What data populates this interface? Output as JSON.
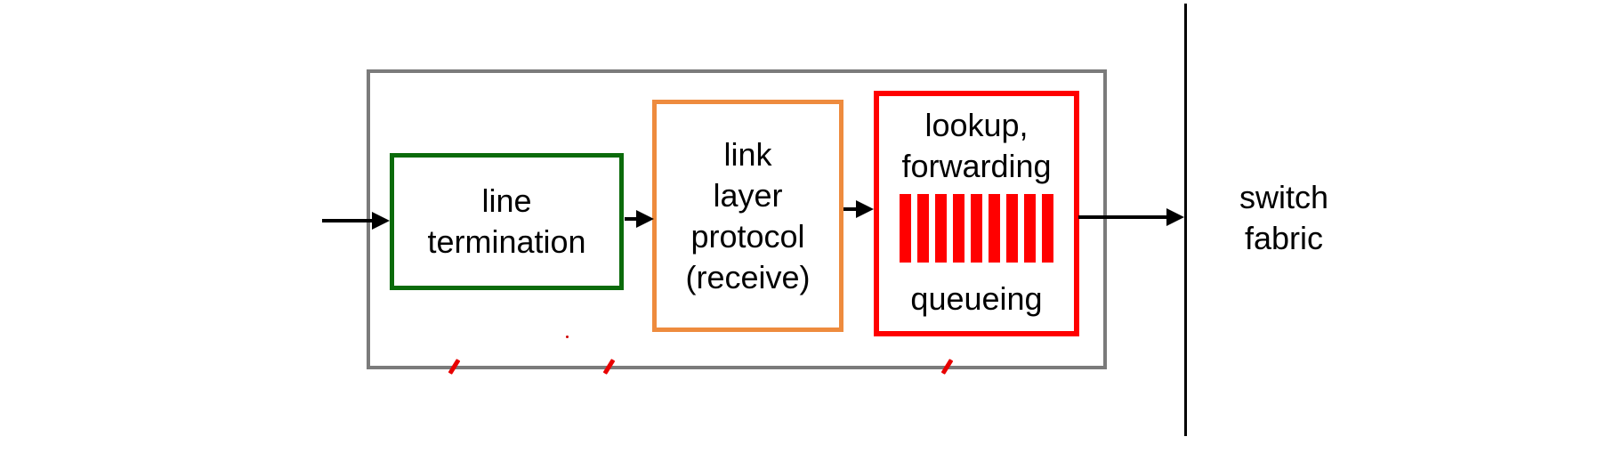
{
  "colors": {
    "outer_border": "#7b7b7b",
    "line_termination_border": "#0b6b0b",
    "link_layer_border": "#ee8b3e",
    "lookup_border": "#ff0000",
    "queue_bar": "#ff0000",
    "arrow": "#000000",
    "text": "#000000",
    "tick_mark": "#e80000"
  },
  "diagram": {
    "nodes": [
      {
        "id": "line-termination",
        "label": "line\ntermination"
      },
      {
        "id": "link-layer-protocol",
        "label": "link\nlayer\nprotocol\n(receive)"
      },
      {
        "id": "lookup-forwarding-queueing",
        "label_top": "lookup,\nforwarding",
        "label_bottom": "queueing",
        "queue": {
          "bar_count": 9
        }
      }
    ],
    "external_label": "switch\nfabric",
    "arrows": [
      {
        "from": "input-line",
        "to": "line-termination"
      },
      {
        "from": "line-termination",
        "to": "link-layer-protocol"
      },
      {
        "from": "link-layer-protocol",
        "to": "lookup-forwarding-queueing"
      },
      {
        "from": "lookup-forwarding-queueing",
        "to": "switch-fabric"
      }
    ]
  }
}
